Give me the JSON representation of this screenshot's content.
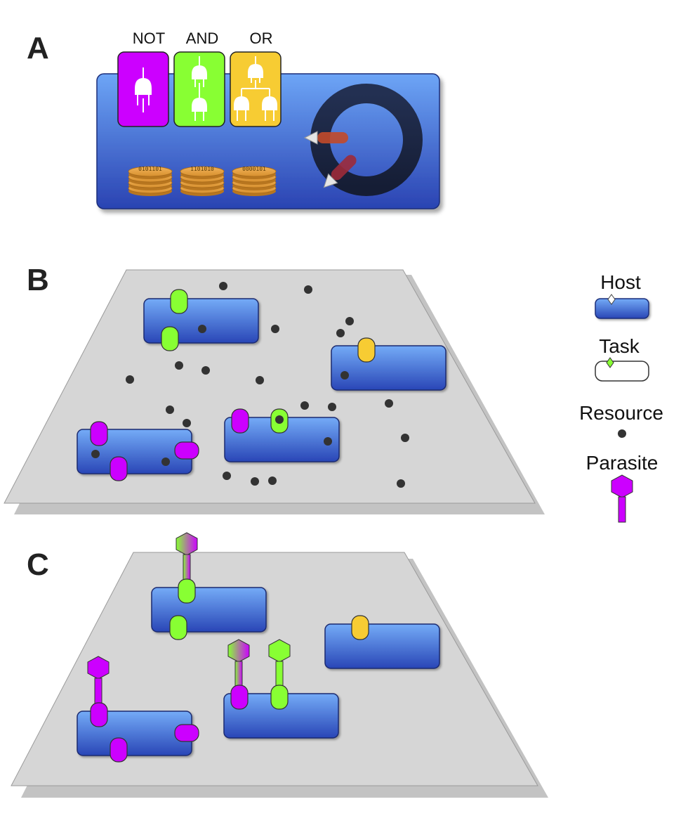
{
  "panels": {
    "a": "A",
    "b": "B",
    "c": "C"
  },
  "gates": [
    {
      "label": "NOT",
      "color": "#cc00ff"
    },
    {
      "label": "AND",
      "color": "#88ff33"
    },
    {
      "label": "OR",
      "color": "#f7cc33"
    }
  ],
  "memory": [
    "0101101",
    "1101010",
    "0000101"
  ],
  "legend": {
    "host": "Host",
    "task": "Task",
    "resource": "Resource",
    "parasite": "Parasite"
  },
  "colors": {
    "host_top": "#6ea6f5",
    "host_bottom": "#2a49b8",
    "not_task": "#cc00ff",
    "and_task": "#88ff33",
    "or_task": "#f7cc33",
    "plane": "#d6d6d6",
    "resource": "#333333"
  }
}
